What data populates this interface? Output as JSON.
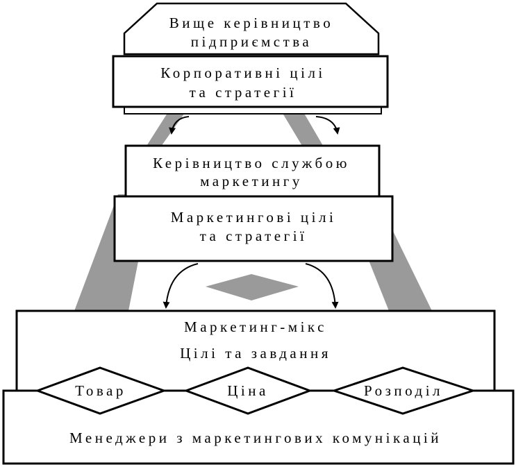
{
  "colors": {
    "band": "#9a9a9a",
    "box_fill": "#ffffff",
    "outline": "#000000"
  },
  "blocks": {
    "top_management": {
      "line1": "Вище керівництво",
      "line2": "підприємства"
    },
    "corporate_goals": {
      "line1": "Корпоративні цілі",
      "line2": "та стратегії"
    },
    "marketing_management": {
      "line1": "Керівництво службою",
      "line2": "маркетингу"
    },
    "marketing_goals": {
      "line1": "Маркетингові цілі",
      "line2": "та стратегії"
    },
    "marketing_mix": {
      "line1": "Маркетинг-мікс",
      "line2": "Цілі та завдання"
    },
    "mix_elements": [
      {
        "label": "Товар"
      },
      {
        "label": "Ціна"
      },
      {
        "label": "Розподіл"
      }
    ],
    "communication_managers": {
      "label": "Менеджери з маркетингових комунікацій"
    }
  }
}
